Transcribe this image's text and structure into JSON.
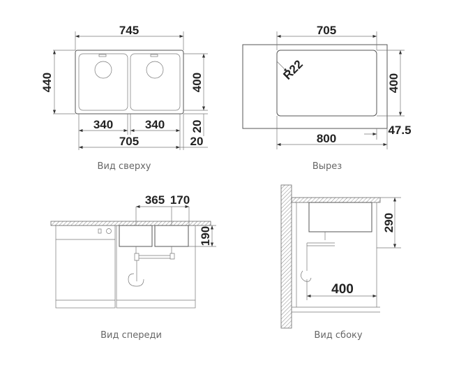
{
  "views": {
    "top": {
      "caption": "Вид сверху",
      "dims": {
        "overall_width": "745",
        "overall_depth": "440",
        "bowl_depth": "400",
        "bowl_left_width": "340",
        "bowl_right_width": "340",
        "inner_width": "705",
        "edge_front": "20",
        "edge_side": "20"
      }
    },
    "cutout": {
      "caption": "Вырез",
      "dims": {
        "cut_width": "705",
        "cut_depth": "400",
        "cabinet_width": "800",
        "offset": "47.5",
        "radius": "R22"
      }
    },
    "front": {
      "caption": "Вид спереди",
      "dims": {
        "drain_left": "365",
        "drain_right": "170",
        "bowl_height": "190"
      }
    },
    "side": {
      "caption": "Вид сбоку",
      "dims": {
        "install_depth": "290",
        "wall_distance": "400"
      }
    }
  }
}
